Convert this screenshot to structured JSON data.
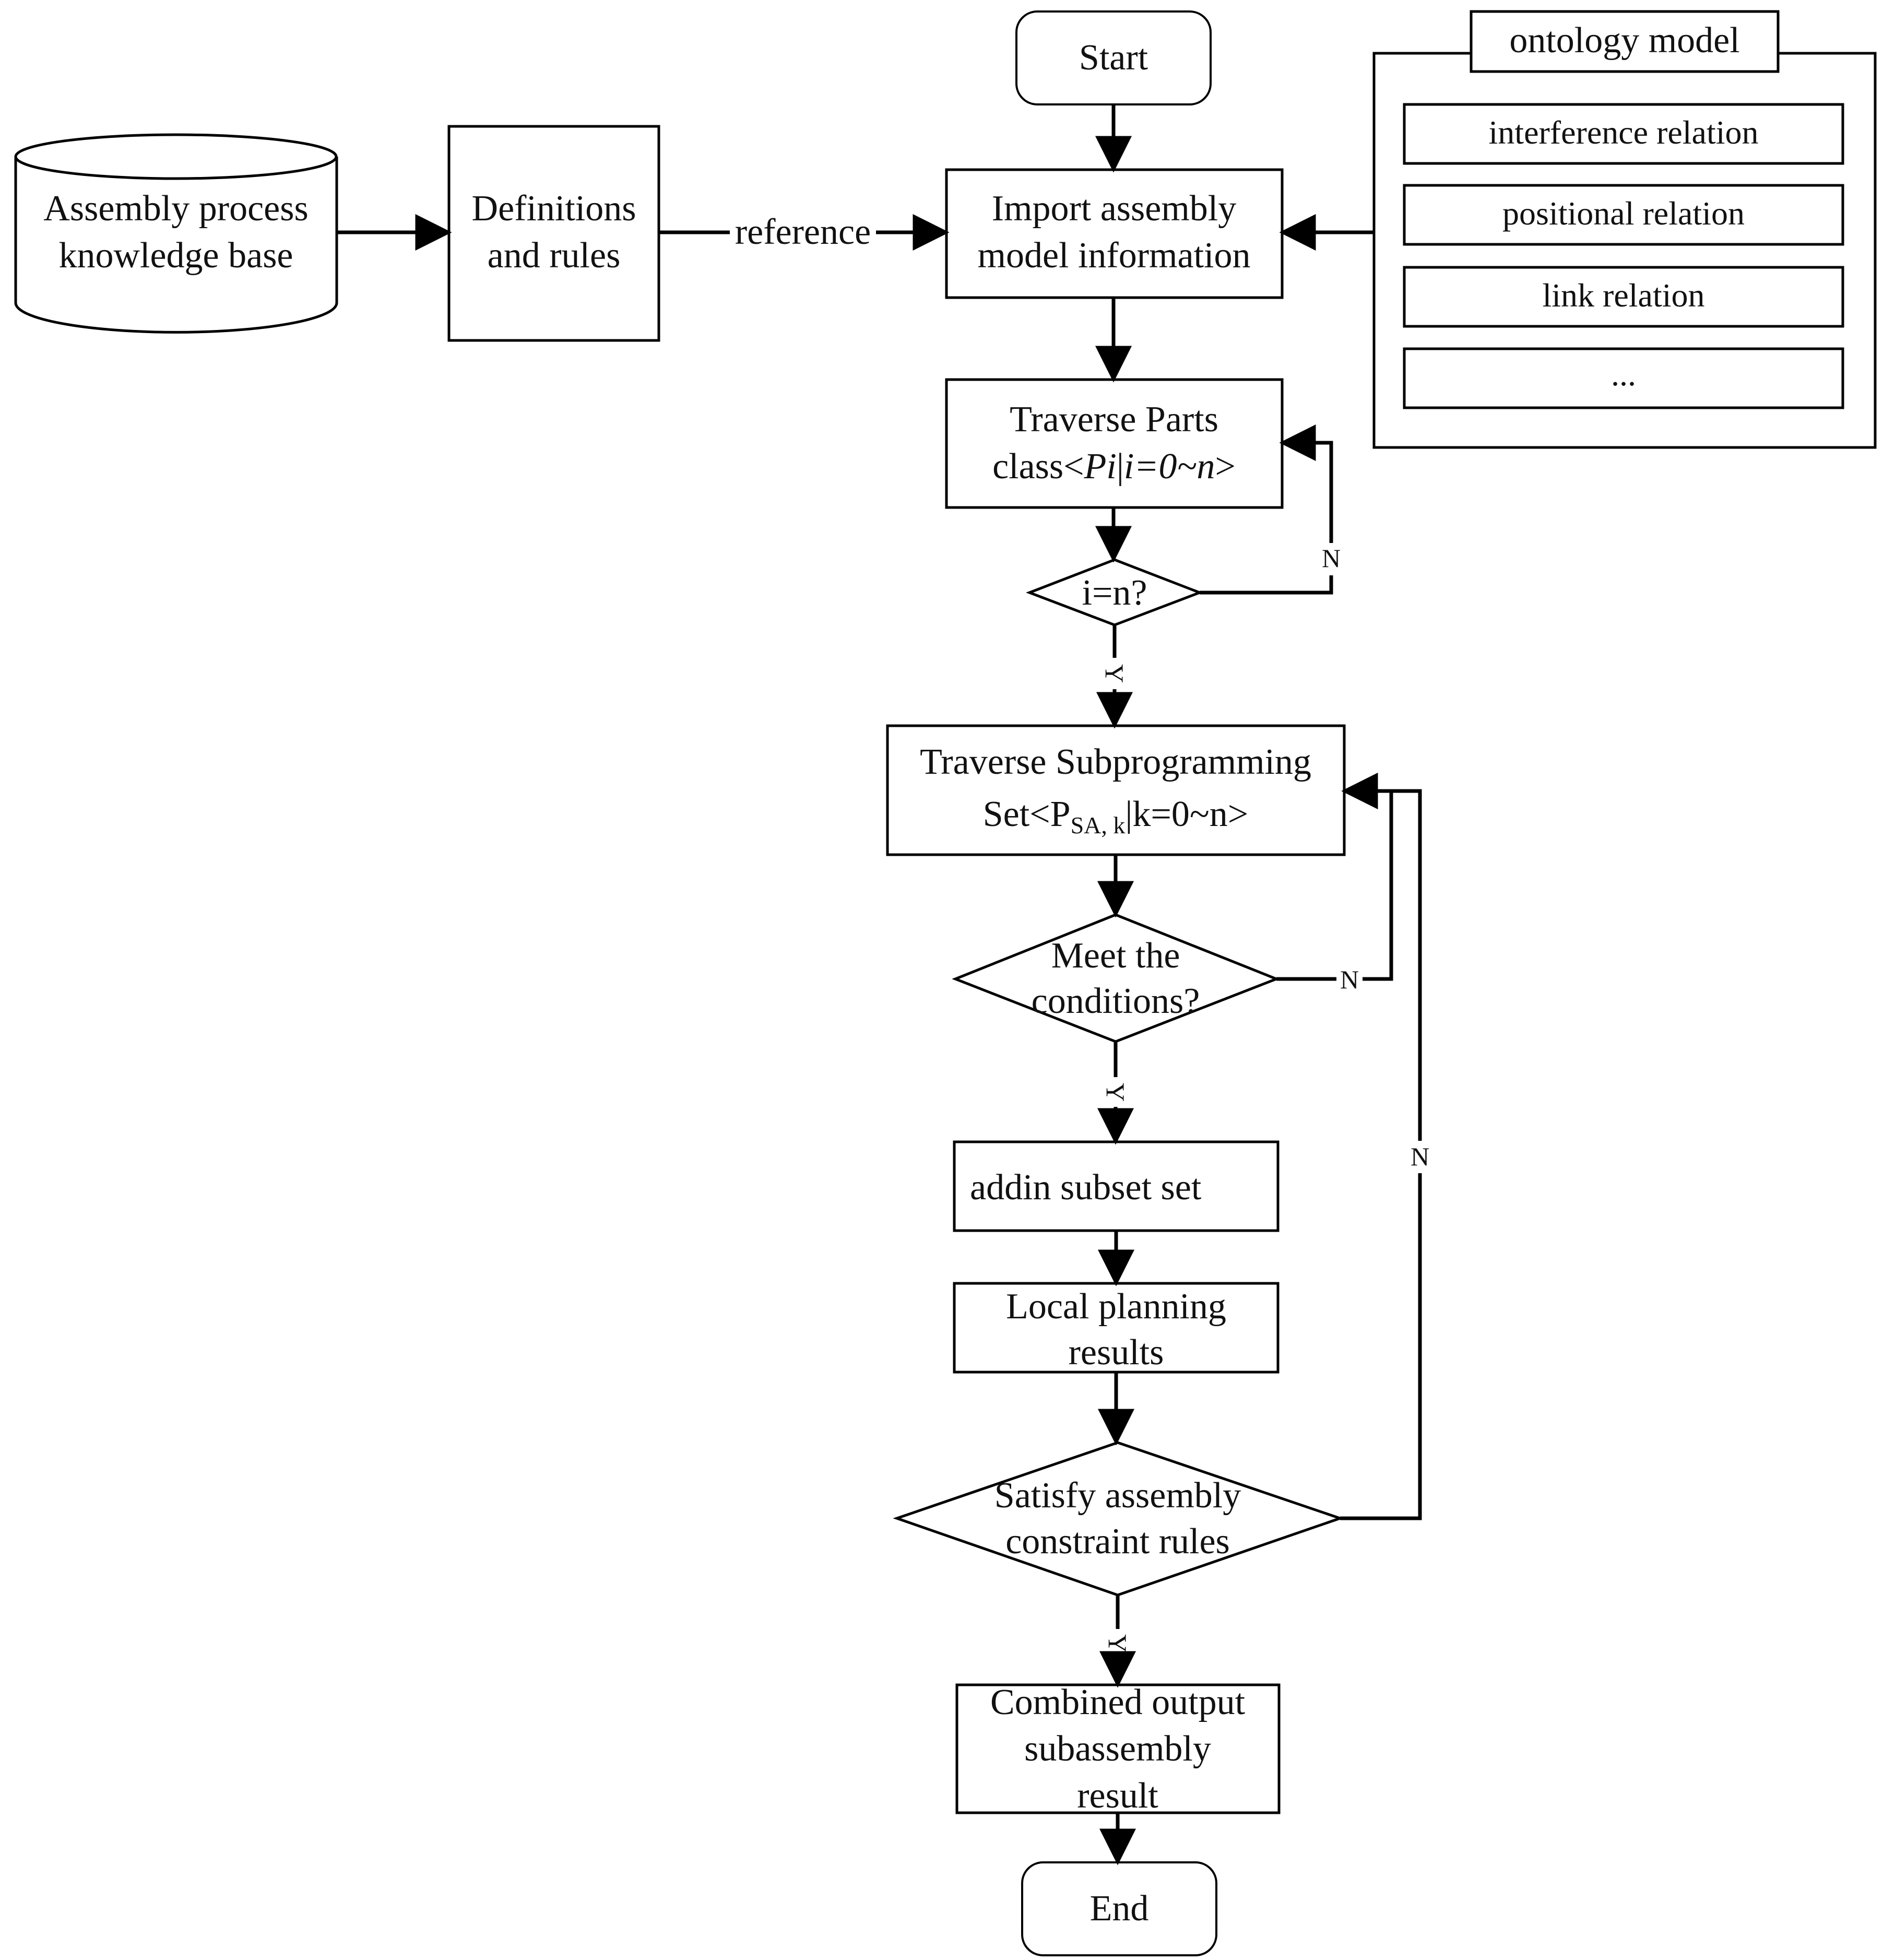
{
  "nodes": {
    "start": "Start",
    "end": "End",
    "knowledge_base": [
      "Assembly process",
      "knowledge base"
    ],
    "definitions": [
      "Definitions",
      "and rules"
    ],
    "import": [
      "Import assembly",
      "model information"
    ],
    "traverse_parts": {
      "line1": "Traverse Parts",
      "line2_prefix": "class<",
      "line2_var": "Pi",
      "line2_sep": "|",
      "line2_range": "i=0~n",
      "line2_suffix": ">"
    },
    "check_i": "i=n?",
    "traverse_sub": {
      "line1": "Traverse Subprogramming",
      "line2_prefix": "Set<P",
      "line2_subscript": "SA, k",
      "line2_suffix": "|k=0~n>"
    },
    "meet_conditions": [
      "Meet the",
      "conditions?"
    ],
    "addin": "addin subset set",
    "local_planning": [
      "Local planning",
      "results"
    ],
    "satisfy": [
      "Satisfy assembly",
      "constraint rules"
    ],
    "combined": [
      "Combined output",
      "subassembly",
      "result"
    ]
  },
  "ontology": {
    "title": "ontology model",
    "items": [
      "interference relation",
      "positional relation",
      "link relation",
      "..."
    ]
  },
  "edge_labels": {
    "reference": "reference",
    "yes": "Y",
    "no": "N"
  }
}
